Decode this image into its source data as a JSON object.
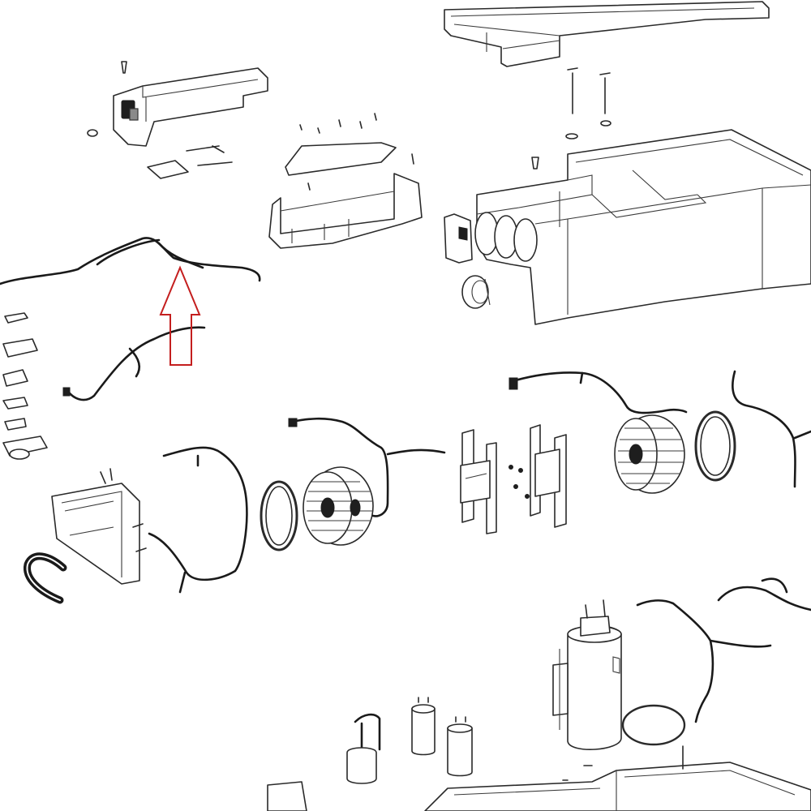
{
  "diagram": {
    "style": "exploded parts view, black line art on white",
    "colors": {
      "background": "#ffffff",
      "line_art": "#2a2a2a",
      "callout_arrow": "#c41e1e"
    },
    "callout": {
      "shape": "hollow up-arrow",
      "points_to": "wire-harness-upper-left"
    },
    "parts": [
      "top-cover-panel",
      "control-box-housing",
      "control-bracket",
      "main-chassis-shroud",
      "wire-harness-upper-left",
      "wire-harness-sensor",
      "blower-wheel-left",
      "blower-ring-left",
      "mounting-plate-left",
      "mounting-plate-right",
      "blower-wheel-right",
      "blower-ring-right",
      "compressor",
      "capacitor",
      "base-pan"
    ]
  }
}
